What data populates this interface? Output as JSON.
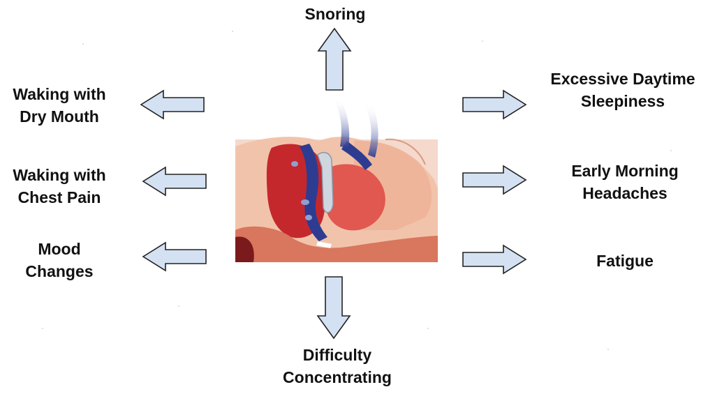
{
  "symptoms": {
    "top": "Snoring",
    "left_1": [
      "Waking with",
      "Dry Mouth"
    ],
    "left_2": [
      "Waking with",
      "Chest Pain"
    ],
    "left_3": [
      "Mood",
      "Changes"
    ],
    "right_1": [
      "Excessive Daytime",
      "Sleepiness"
    ],
    "right_2": [
      "Early Morning",
      "Headaches"
    ],
    "right_3": "Fatigue",
    "bottom": [
      "Difficulty",
      "Concentrating"
    ]
  },
  "colors": {
    "arrow_fill": "#d4e1f2",
    "arrow_stroke": "#222222",
    "airway_blue": "#2d3c91",
    "tissue_red": "#c4282d",
    "skin": "#f2c3ab"
  },
  "illustration": "sleep-apnea-airway-cross-section"
}
